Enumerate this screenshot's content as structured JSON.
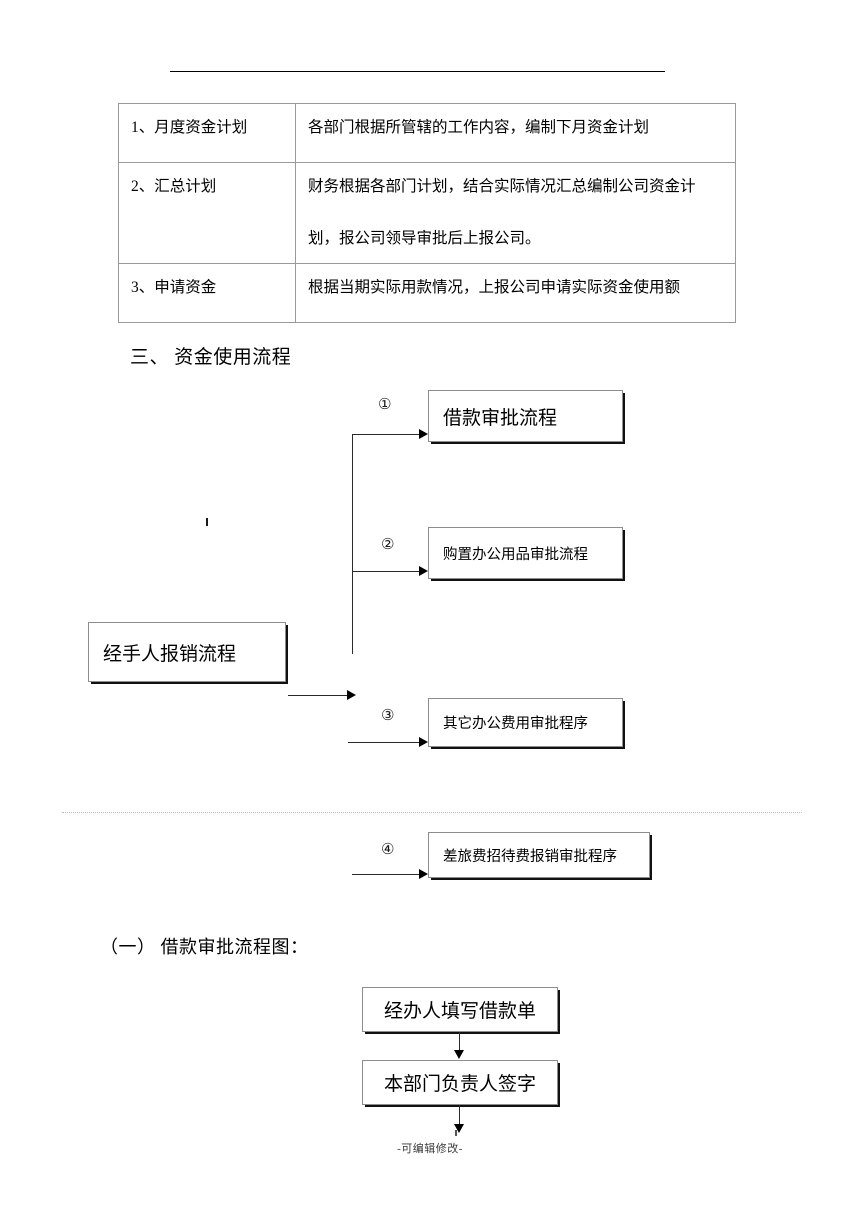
{
  "document": {
    "footer_note": "-可编辑修改-"
  },
  "table": {
    "rows": [
      {
        "label": "1、月度资金计划",
        "lines": [
          "各部门根据所管辖的工作内容，编制下月资金计划"
        ]
      },
      {
        "label": "2、汇总计划",
        "lines": [
          "财务根据各部门计划，结合实际情况汇总编制公司资金计",
          "划，报公司领导审批后上报公司。"
        ]
      },
      {
        "label": "3、申请资金",
        "lines": [
          "根据当期实际用款情况，上报公司申请实际资金使用额"
        ]
      }
    ]
  },
  "headings": {
    "section3": "三、  资金使用流程",
    "subsection1": "（一）  借款审批流程图："
  },
  "flowchart_main": {
    "source_box": "经手人报销流程",
    "branches": [
      {
        "number": "①",
        "label": "借款审批流程"
      },
      {
        "number": "②",
        "label": "购置办公用品审批流程"
      },
      {
        "number": "③",
        "label": "其它办公费用审批程序"
      },
      {
        "number": "④",
        "label": "差旅费招待费报销审批程序"
      }
    ]
  },
  "flowchart_loan": {
    "steps": [
      "经办人填写借款单",
      "本部门负责人签字"
    ]
  }
}
